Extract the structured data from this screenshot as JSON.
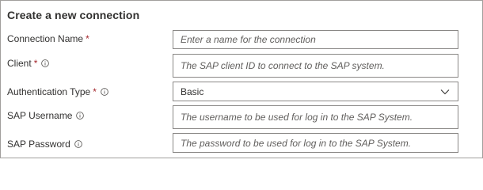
{
  "form": {
    "title": "Create a new connection",
    "fields": [
      {
        "label": "Connection Name",
        "required": true,
        "required_marker": "*",
        "info": false,
        "type": "text",
        "placeholder": "Enter a name for the connection"
      },
      {
        "label": "Client",
        "required": true,
        "required_marker": "*",
        "info": true,
        "type": "text",
        "placeholder": "The SAP client ID to connect to the SAP system."
      },
      {
        "label": "Authentication Type",
        "required": true,
        "required_marker": "*",
        "info": true,
        "type": "select",
        "value": "Basic"
      },
      {
        "label": "SAP Username",
        "required": false,
        "info": true,
        "type": "text",
        "placeholder": "The username to be used for log in to the SAP System."
      },
      {
        "label": "SAP Password",
        "required": false,
        "info": true,
        "type": "text",
        "placeholder": "The password to be used for log in to the SAP System."
      }
    ]
  },
  "colors": {
    "required": "#a4262c",
    "border": "#8a8886",
    "text": "#323130",
    "placeholder": "#605e5c"
  },
  "icons": {
    "info": "info-icon",
    "dropdown": "chevron-down-icon"
  }
}
